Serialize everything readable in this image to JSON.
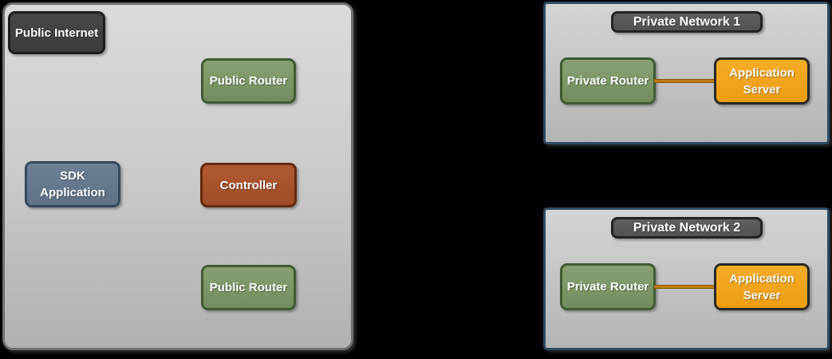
{
  "diagram": {
    "background_color": "#000000",
    "left_zone": {
      "label": "Public Internet",
      "fill_top": "#dbdbdb",
      "fill_bottom": "#b1b1b1",
      "border_color": "#6f6f6f",
      "nodes": {
        "public_router_top": "Public Router",
        "sdk_application": "SDK Application",
        "controller": "Controller",
        "public_router_bottom": "Public Router"
      }
    },
    "private_network_1": {
      "title": "Private Network 1",
      "border_color": "#2c4b66",
      "private_router": "Private Router",
      "application_server": "Application Server",
      "link_color": "#c17a10"
    },
    "private_network_2": {
      "title": "Private Network 2",
      "border_color": "#2c4b66",
      "private_router": "Private Router",
      "application_server": "Application Server",
      "link_color": "#c17a10"
    },
    "node_colors": {
      "dark_label": "#414141",
      "green_router": "#7c9468",
      "slate_sdk": "#64798e",
      "rust_controller": "#a9552e",
      "orange_server": "#f3a41c",
      "title_bar": "#585858",
      "text": "#ffffff"
    }
  }
}
